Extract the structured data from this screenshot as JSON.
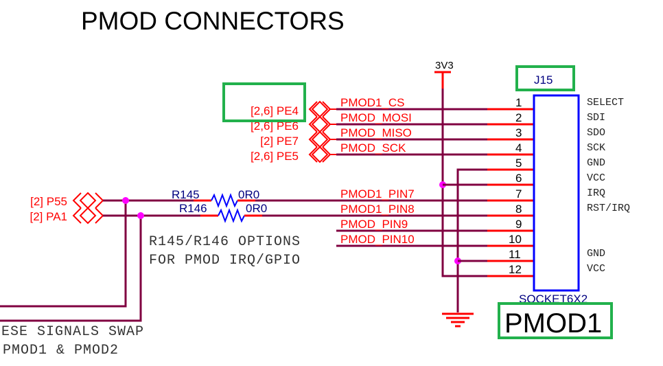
{
  "title": "PMOD CONNECTORS",
  "power": {
    "label": "3V3"
  },
  "connector": {
    "ref": "J15",
    "type": "SOCKET6X2",
    "name": "PMOD1",
    "pins": [
      {
        "num": "1",
        "name": "SELECT"
      },
      {
        "num": "2",
        "name": "SDI"
      },
      {
        "num": "3",
        "name": "SDO"
      },
      {
        "num": "4",
        "name": "SCK"
      },
      {
        "num": "5",
        "name": "GND"
      },
      {
        "num": "6",
        "name": "VCC"
      },
      {
        "num": "7",
        "name": "IRQ"
      },
      {
        "num": "8",
        "name": "RST/IRQ"
      },
      {
        "num": "9",
        "name": ""
      },
      {
        "num": "10",
        "name": ""
      },
      {
        "num": "11",
        "name": "GND"
      },
      {
        "num": "12",
        "name": "VCC"
      }
    ]
  },
  "nets": [
    {
      "net": "PMOD1_CS",
      "port": "[2,6]  PE4"
    },
    {
      "net": "PMOD_MOSI",
      "port": "[2,6]  PE6"
    },
    {
      "net": "PMOD_MISO",
      "port": "[2]  PE7"
    },
    {
      "net": "PMOD_SCK",
      "port": "[2,6]  PE5"
    }
  ],
  "lower_nets": [
    "PMOD1_PIN7",
    "PMOD1_PIN8",
    "PMOD_PIN9",
    "PMOD_PIN10"
  ],
  "left_ports": [
    "[2]  P55",
    "[2]  PA1"
  ],
  "resistors": [
    {
      "ref": "R145",
      "value": "0R0"
    },
    {
      "ref": "R146",
      "value": "0R0"
    }
  ],
  "notes": {
    "options_line1": "R145/R146 OPTIONS",
    "options_line2": "FOR PMOD IRQ/GPIO",
    "swap_line1": "ESE SIGNALS SWAP",
    "swap_line2": "PMOD1 & PMOD2"
  },
  "colors": {
    "wire": "#800040",
    "pin_stub": "#ff0000",
    "connector_body": "#0000ff",
    "highlight_box": "#22b14c",
    "junction": "#ff00ff"
  }
}
